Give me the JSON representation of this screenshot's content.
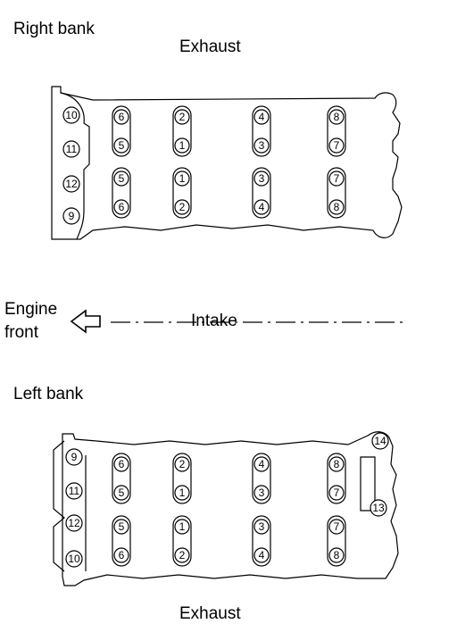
{
  "labels": {
    "right_bank": "Right bank",
    "top_exhaust": "Exhaust",
    "engine": "Engine",
    "front": "front",
    "intake": "Intake",
    "left_bank": "Left bank",
    "bottom_exhaust": "Exhaust"
  },
  "right_bank": {
    "side_bolts": [
      "10",
      "11",
      "12",
      "9"
    ],
    "pairs": [
      [
        "6",
        "5"
      ],
      [
        "2",
        "1"
      ],
      [
        "4",
        "3"
      ],
      [
        "8",
        "7"
      ],
      [
        "5",
        "6"
      ],
      [
        "1",
        "2"
      ],
      [
        "3",
        "4"
      ],
      [
        "7",
        "8"
      ]
    ]
  },
  "left_bank": {
    "side_bolts": [
      "9",
      "11",
      "12",
      "10"
    ],
    "pairs": [
      [
        "6",
        "5"
      ],
      [
        "2",
        "1"
      ],
      [
        "4",
        "3"
      ],
      [
        "8",
        "7"
      ],
      [
        "5",
        "6"
      ],
      [
        "1",
        "2"
      ],
      [
        "3",
        "4"
      ],
      [
        "7",
        "8"
      ]
    ],
    "end_bolts": [
      "14",
      "13"
    ]
  }
}
